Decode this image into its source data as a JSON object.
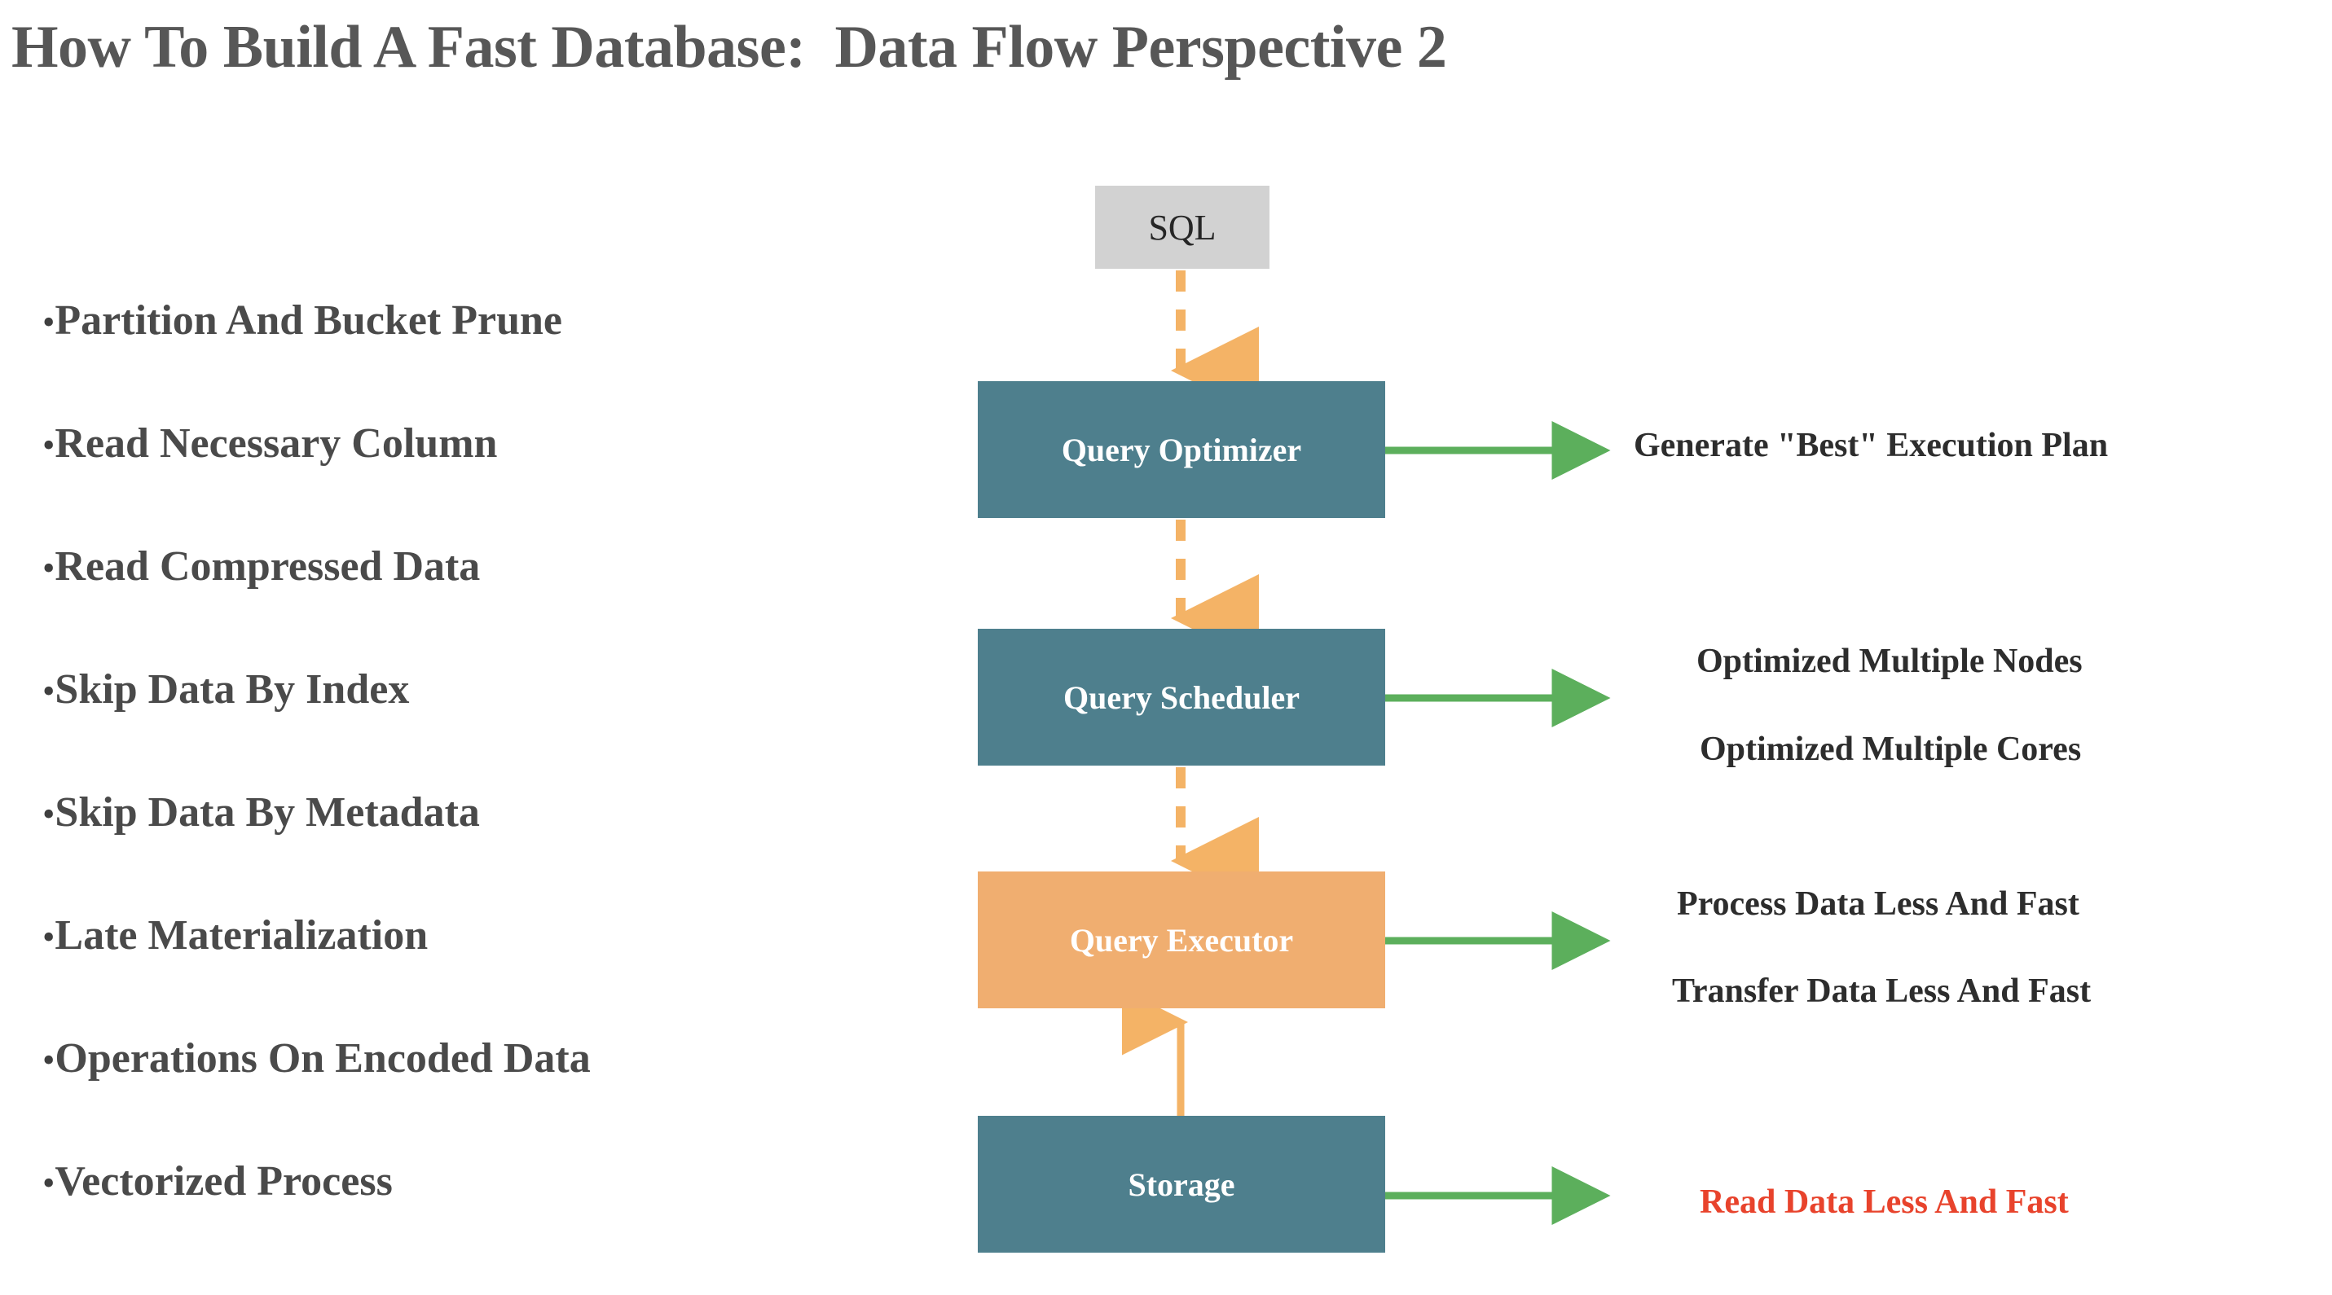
{
  "slide": {
    "title": "How To Build A Fast Database:  Data Flow Perspective 2",
    "background_color": "#ffffff"
  },
  "colors": {
    "title_text": "#575757",
    "bullet_text": "#4a4a4a",
    "box_teal": "#4e7f8d",
    "box_orange": "#f0ae70",
    "box_gray": "#d2d2d2",
    "arrow_green": "#5caf5c",
    "arrow_orange": "#f4b366",
    "outcome_text": "#2d2d2d",
    "outcome_highlight": "#e8432c"
  },
  "bullets": [
    {
      "marker": "•",
      "label": "Partition And Bucket Prune"
    },
    {
      "marker": "•",
      "label": "Read Necessary Column"
    },
    {
      "marker": "•",
      "label": "Read Compressed Data"
    },
    {
      "marker": "•",
      "label": "Skip Data By Index"
    },
    {
      "marker": "•",
      "label": "Skip Data By Metadata"
    },
    {
      "marker": "•",
      "label": "Late Materialization"
    },
    {
      "marker": "•",
      "label": "Operations On Encoded Data"
    },
    {
      "marker": "•",
      "label": "Vectorized Process"
    }
  ],
  "diagram": {
    "nodes": {
      "sql": {
        "label": "SQL",
        "fill": "#d2d2d2",
        "text_color": "#262626"
      },
      "optimizer": {
        "label": "Query Optimizer",
        "fill": "#4e7f8d",
        "text_color": "#ffffff"
      },
      "scheduler": {
        "label": "Query Scheduler",
        "fill": "#4e7f8d",
        "text_color": "#ffffff"
      },
      "executor": {
        "label": "Query Executor",
        "fill": "#f0ae70",
        "text_color": "#ffffff"
      },
      "storage": {
        "label": "Storage",
        "fill": "#4e7f8d",
        "text_color": "#ffffff"
      }
    },
    "connectors": [
      {
        "from": "sql",
        "to": "optimizer",
        "style": "dashed",
        "direction": "down",
        "color": "#f4b366"
      },
      {
        "from": "optimizer",
        "to": "scheduler",
        "style": "dashed",
        "direction": "down",
        "color": "#f4b366"
      },
      {
        "from": "scheduler",
        "to": "executor",
        "style": "dashed",
        "direction": "down",
        "color": "#f4b366"
      },
      {
        "from": "storage",
        "to": "executor",
        "style": "solid",
        "direction": "up",
        "color": "#f4b366"
      }
    ],
    "outcomes": {
      "optimizer": [
        "Generate \"Best\" Execution Plan"
      ],
      "scheduler": [
        "Optimized Multiple Nodes",
        "Optimized Multiple Cores"
      ],
      "executor": [
        "Process Data Less And Fast",
        "Transfer Data Less And Fast"
      ],
      "storage": [
        "Read Data Less And Fast"
      ]
    }
  }
}
